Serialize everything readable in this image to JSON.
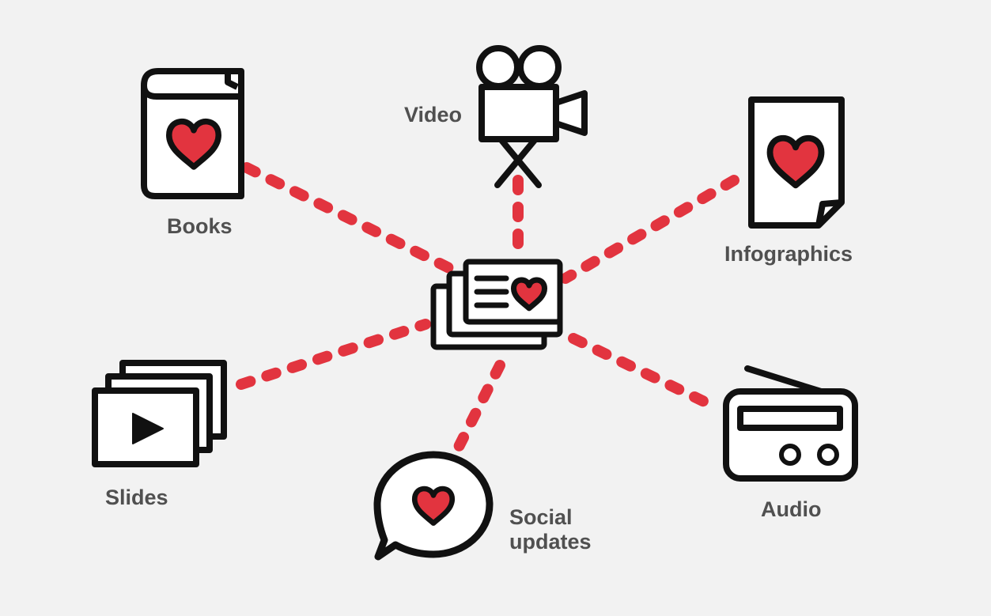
{
  "colors": {
    "background": "#f2f2f2",
    "connector": "#e2343f",
    "heart": "#e2343f",
    "outline": "#111111",
    "icon_fill": "#ffffff",
    "label": "#505050"
  },
  "hub": {
    "icon": "newspaper-heart-icon"
  },
  "nodes": [
    {
      "id": "books",
      "icon": "book-heart-icon",
      "label": "Books"
    },
    {
      "id": "video",
      "icon": "video-camera-icon",
      "label": "Video"
    },
    {
      "id": "infographics",
      "icon": "document-heart-icon",
      "label": "Infographics"
    },
    {
      "id": "slides",
      "icon": "slides-play-icon",
      "label": "Slides"
    },
    {
      "id": "social",
      "icon": "speech-bubble-heart-icon",
      "label": "Social",
      "label_line2": "updates"
    },
    {
      "id": "audio",
      "icon": "radio-icon",
      "label": "Audio"
    }
  ]
}
